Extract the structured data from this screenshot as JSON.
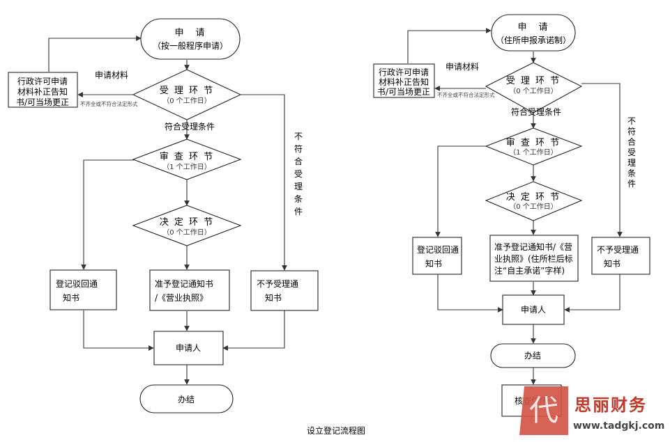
{
  "left": {
    "start_title": "申　请",
    "start_sub": "（按一般程序申请）",
    "side_box": [
      "行政许可申请",
      "材料补正告知",
      "书/可当场更正"
    ],
    "apply_materials": "申请材料",
    "incomplete_note": "不齐全或不符合法定形式",
    "accept_title": "受 理 环 节",
    "accept_sub": "（0 个工作日）",
    "meets_conditions": "符合受理条件",
    "review_title": "审 查 环 节",
    "review_sub": "（1 个工作日）",
    "decide_title": "决 定 环 节",
    "decide_sub": "（0 个工作日）",
    "not_meet_vertical": "不符合受理条件",
    "reject_box": [
      "登记驳回通",
      "知书"
    ],
    "approve_box": [
      "准予登记通知书",
      "/《营业执照》"
    ],
    "noaccept_box": [
      "不予受理通",
      "知书"
    ],
    "applicant": "申请人",
    "end": "办结"
  },
  "right": {
    "start_title": "申　请",
    "start_sub": "（住所申报承诺制）",
    "side_box": [
      "行政许可申请",
      "材料补正告知",
      "书/可当场更正"
    ],
    "apply_materials": "申请材料",
    "incomplete_note": "不齐全或不符合法定形式",
    "accept_title": "受 理 环 节",
    "accept_sub": "（0 个工作日）",
    "meets_conditions": "符合受理条件",
    "review_title": "审 查 环 节",
    "review_sub": "（1 个工作日）",
    "decide_title": "决 定 环 节",
    "decide_sub": "（0 个工作日）",
    "not_meet_vertical": "不符合受理条件",
    "reject_box": [
      "登记驳回通",
      "知书"
    ],
    "approve_box": [
      "准予登记通知书/《营",
      "业执照》(住所栏后标",
      "注“自主承诺”字样)"
    ],
    "noaccept_box": [
      "不予受理通",
      "知书"
    ],
    "applicant": "申请人",
    "end": "办结",
    "verify": "核查住所"
  },
  "caption": "设立登记流程图",
  "watermark": {
    "logo_char": "代",
    "name": "思丽财务",
    "url": "www.tadgkj.com"
  }
}
